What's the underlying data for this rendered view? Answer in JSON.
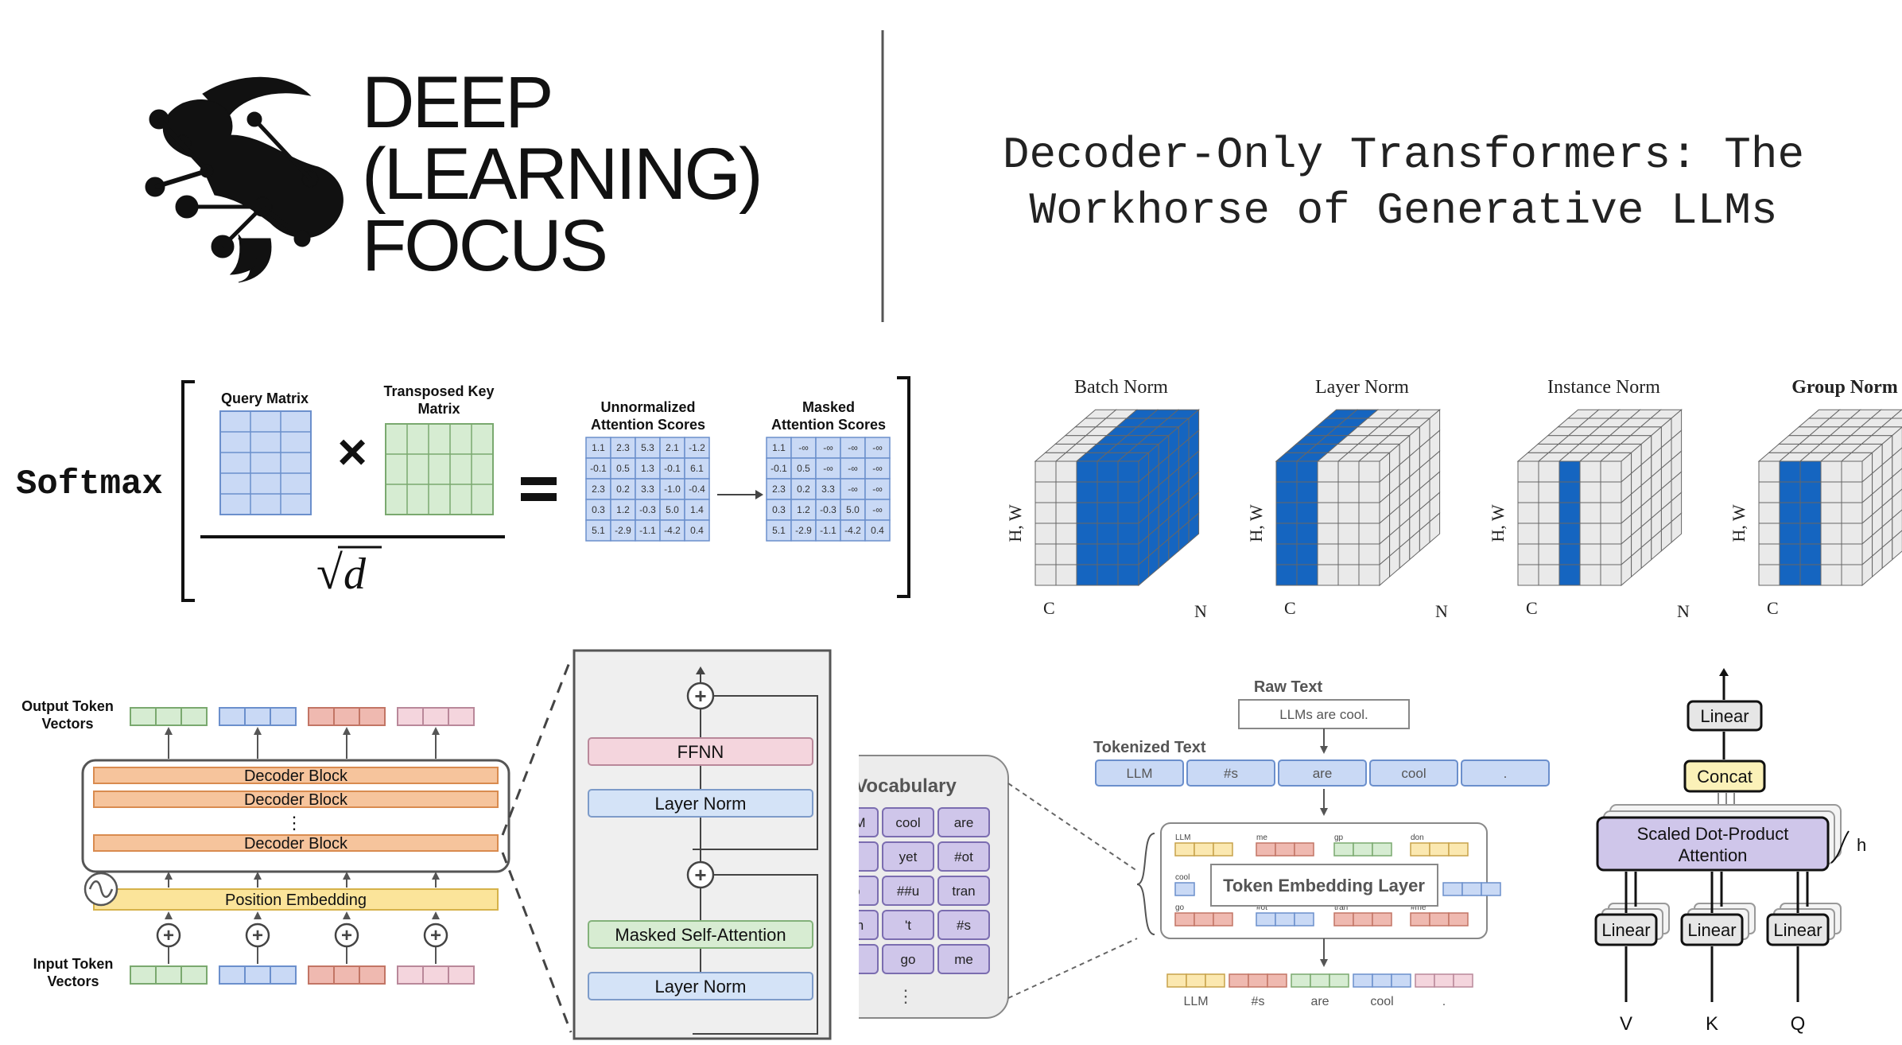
{
  "logo": {
    "line1": "DEEP",
    "line2": "(LEARNING)",
    "line3": "FOCUS"
  },
  "title": {
    "line1": "Decoder-Only Transformers: The",
    "line2": "Workhorse of Generative LLMs"
  },
  "attention": {
    "softmax": "Softmax",
    "query_label": "Query Matrix",
    "key_label_1": "Transposed Key",
    "key_label_2": "Matrix",
    "sqrt_symbol": "√",
    "d_symbol": "d",
    "times": "×",
    "unnorm_label_1": "Unnormalized",
    "unnorm_label_2": "Attention Scores",
    "masked_label_1": "Masked",
    "masked_label_2": "Attention Scores",
    "unnorm_values": [
      [
        "1.1",
        "2.3",
        "5.3",
        "2.1",
        "-1.2"
      ],
      [
        "-0.1",
        "0.5",
        "1.3",
        "-0.1",
        "6.1"
      ],
      [
        "2.3",
        "0.2",
        "3.3",
        "-1.0",
        "-0.4"
      ],
      [
        "0.3",
        "1.2",
        "-0.3",
        "5.0",
        "1.4"
      ],
      [
        "5.1",
        "-2.9",
        "-1.1",
        "-4.2",
        "0.4"
      ]
    ],
    "masked_values": [
      [
        "1.1",
        "-∞",
        "-∞",
        "-∞",
        "-∞"
      ],
      [
        "-0.1",
        "0.5",
        "-∞",
        "-∞",
        "-∞"
      ],
      [
        "2.3",
        "0.2",
        "3.3",
        "-∞",
        "-∞"
      ],
      [
        "0.3",
        "1.2",
        "-0.3",
        "5.0",
        "-∞"
      ],
      [
        "5.1",
        "-2.9",
        "-1.1",
        "-4.2",
        "0.4"
      ]
    ]
  },
  "norms": {
    "items": [
      {
        "title": "Batch Norm"
      },
      {
        "title": "Layer Norm"
      },
      {
        "title": "Instance Norm"
      },
      {
        "title": "Group Norm"
      }
    ],
    "axis_hw": "H, W",
    "axis_c": "C",
    "axis_n": "N"
  },
  "decoder": {
    "output_label_1": "Output Token",
    "output_label_2": "Vectors",
    "input_label_1": "Input Token",
    "input_label_2": "Vectors",
    "block1": "Decoder Block",
    "block2": "Decoder Block",
    "block3": "Decoder Block",
    "vdots": "⋮",
    "position_embedding": "Position Embedding",
    "plus": "+"
  },
  "block_detail": {
    "ffnn": "FFNN",
    "layer_norm_top": "Layer Norm",
    "masked_self_attention": "Masked Self-Attention",
    "layer_norm_bottom": "Layer Norm",
    "plus": "+"
  },
  "tokenizer": {
    "raw_text_label": "Raw Text",
    "raw_text": "LLMs are cool.",
    "tokenized_label": "Tokenized Text",
    "tokens": [
      "LLM",
      "#s",
      "are",
      "cool",
      "."
    ],
    "vocab_title": "Vocabulary",
    "vocab": [
      [
        "LLM",
        "cool",
        "are"
      ],
      [
        ".",
        "yet",
        "#ot"
      ],
      [
        "gp",
        "##u",
        "tran"
      ],
      [
        "don",
        "'t",
        "#s"
      ],
      [
        "!",
        "go",
        "me"
      ]
    ],
    "vocab_more": "⋮",
    "embedding_layer": "Token Embedding Layer",
    "emb_labels": [
      "LLM",
      "me",
      "gp",
      "don",
      "cool",
      "go",
      "#ot",
      "tran",
      "#me"
    ],
    "out_tokens": [
      "LLM",
      "#s",
      "are",
      "cool",
      "."
    ]
  },
  "mha": {
    "linear_top": "Linear",
    "concat": "Concat",
    "sdpa_1": "Scaled Dot-Product",
    "sdpa_2": "Attention",
    "h": "h",
    "linear": "Linear",
    "v": "V",
    "k": "K",
    "q": "Q"
  }
}
